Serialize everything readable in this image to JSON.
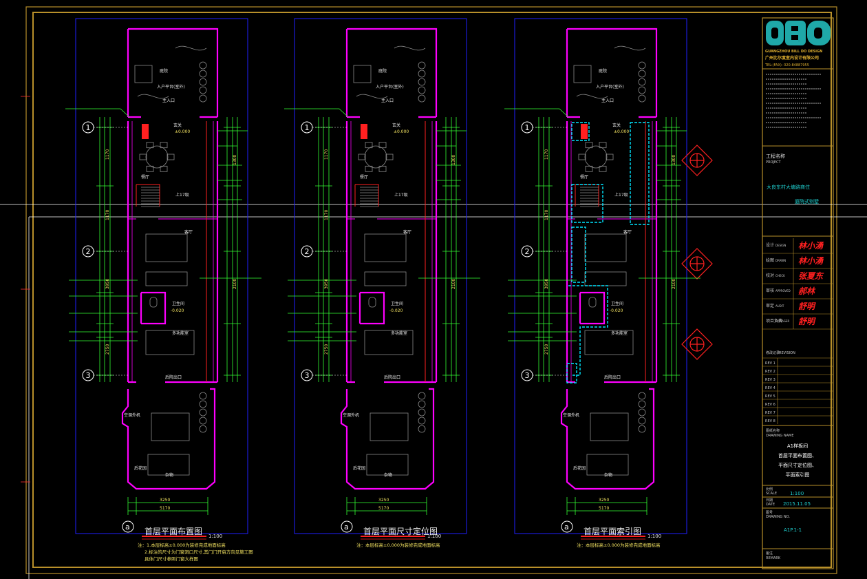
{
  "colors": {
    "background": "#000000",
    "frame": "#b8902a",
    "sheet_border": "#2020ff",
    "wall": "#ff00ff",
    "dimension": "#33ff33",
    "text": "#ffffff",
    "cyan": "#00e5ff",
    "red": "#ff2020",
    "yellow": "#f0e060"
  },
  "sheets": [
    {
      "title": "首层平面布置图",
      "scale": "1:100",
      "notes": [
        "注：1.本层标高±0.000为装修完成地面标高",
        "2.标注的尺寸为门窗洞口尺寸,其门门开启方向见施工图",
        "具体门尺寸参照门窗大样图"
      ]
    },
    {
      "title": "首层平面尺寸定位图",
      "scale": "1:100",
      "notes": [
        "注：本层标高±0.000为装修完成地面标高"
      ]
    },
    {
      "title": "首层平面索引图",
      "scale": "1:100",
      "notes": [
        "注：本层标高±0.000为装修完成地面标高"
      ]
    }
  ],
  "rooms": {
    "garden": "庭院",
    "entrance": "入户平台(室外)",
    "door": "主入口",
    "foyer": "玄关",
    "dining": "餐厅",
    "stair": "上17级",
    "living": "客厅",
    "wc": "卫生间",
    "study": "多功能室",
    "corridor": "后院出口",
    "laundry": "空调外机",
    "rear": "后花园",
    "shed": "杂物",
    "lv_foyer": "±0.000",
    "lv_wc": "-0.020"
  },
  "axes": [
    "1",
    "2",
    "3",
    "a"
  ],
  "dims": {
    "d1": "1170",
    "d2": "1170",
    "d3": "3950",
    "d4": "2750",
    "d5": "1300",
    "d6": "2100",
    "w1": "3250",
    "w2": "5170"
  },
  "title_block": {
    "logo": "GBD",
    "company_en": "GUANGZHOU BILL DO DESIGN",
    "company_cn": "广州比尔度室内设计有限公司",
    "tel": "TEL:(FAX): 020-84887955",
    "project_label": "工程名称",
    "project_label_en": "PROJECT",
    "project_name": "大良东村大塘路商住",
    "project_sub": "庭院式别墅",
    "roles": [
      "设计",
      "绘图",
      "校对",
      "审核",
      "审定",
      "项目负责"
    ],
    "roles_en": [
      "DESIGN",
      "DRAWN",
      "CHECK",
      "APPROVED",
      "AUDIT",
      "MANAGER"
    ],
    "signatures": [
      "林小湧",
      "林小湧",
      "张夏东",
      "郝林",
      "舒明",
      "舒明"
    ],
    "rev_label": "修改记录",
    "rev_label_en": "REVISION",
    "revs": [
      "REV 1",
      "REV 2",
      "REV 3",
      "REV 4",
      "REV 5",
      "REV 6",
      "REV 7",
      "REV 8"
    ],
    "drawing_label": "图纸名称",
    "drawing_label_en": "DRAWING NAME",
    "drawing_name": [
      "A1样板间",
      "首层平面布置图、",
      "平面尺寸定位图、",
      "平面索引图"
    ],
    "scale_label": "比例",
    "scale_label_en": "SCALE",
    "scale": "1:100",
    "date_label": "日期",
    "date_label_en": "DATE",
    "date": "2015.11.05",
    "number_label": "图号",
    "number_label_en": "DRAWING NO.",
    "number": "A1P.1-1",
    "footer_label": "备注",
    "footer_label_en": "REMARK"
  }
}
